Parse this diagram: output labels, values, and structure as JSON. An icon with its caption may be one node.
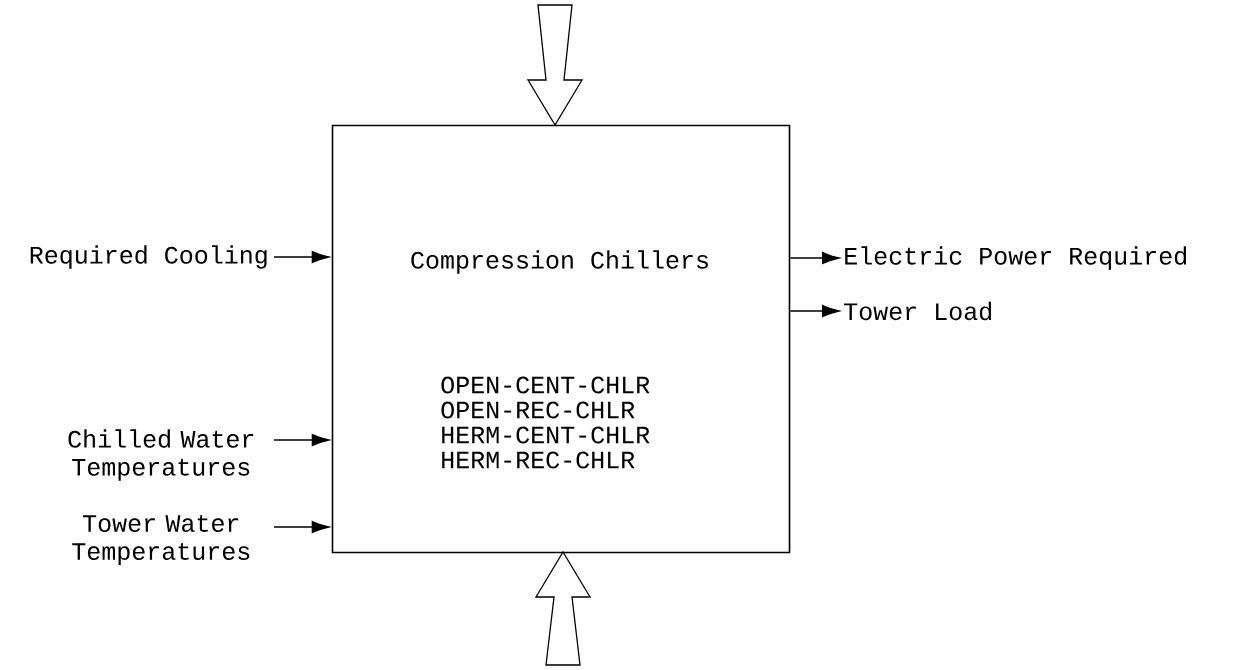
{
  "diagram": {
    "nodes": [
      {
        "text": [
          "Compression Chillers",
          "OPEN-CENT-CHLR",
          "OPEN-REC-CHLR",
          "HERM-CENT-CHLR",
          "HERM-REC-CHLR"
        ]
      },
      {
        "text": [
          "Required Cooling"
        ]
      },
      {
        "text": [
          "Chilled Water Temperatures"
        ]
      },
      {
        "text": [
          "Tower Water Temperatures"
        ]
      },
      {
        "text": [
          "Electric Power Required"
        ]
      },
      {
        "text": [
          "Tower Load"
        ]
      }
    ],
    "edges": [
      {
        "from": null,
        "to": 0,
        "arrow": "to",
        "style": "thick"
      },
      {
        "from": null,
        "to": 0,
        "arrow": "to",
        "style": "thick"
      },
      {
        "from": 1,
        "to": 0,
        "arrow": "to"
      },
      {
        "from": 2,
        "to": 0,
        "arrow": "to"
      },
      {
        "from": 3,
        "to": 0,
        "arrow": "to"
      },
      {
        "from": 0,
        "to": 4,
        "arrow": "to"
      },
      {
        "from": 0,
        "to": 5,
        "arrow": "to"
      }
    ]
  }
}
